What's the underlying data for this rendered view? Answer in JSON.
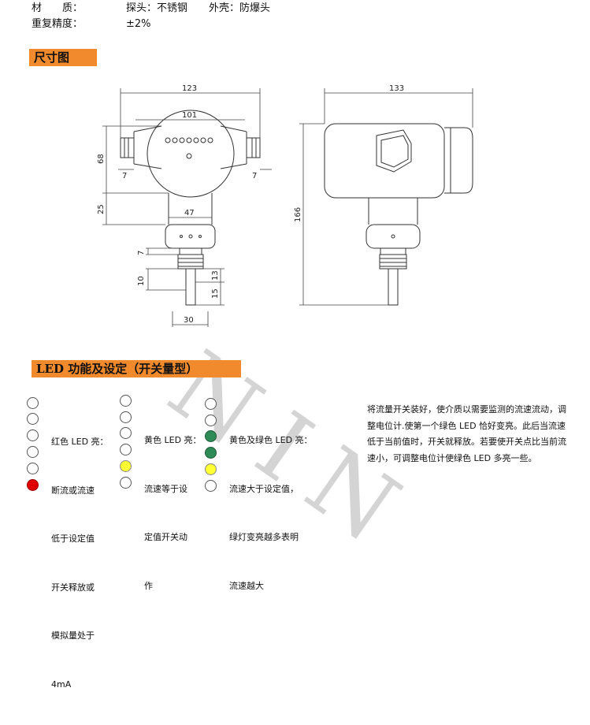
{
  "specs": {
    "material_label": "材　　质：",
    "probe": "探头：不锈钢",
    "housing": "外壳：防爆头",
    "accuracy_label": "重复精度：",
    "accuracy_value": "±2%"
  },
  "section1": {
    "title": "尺寸图"
  },
  "section2": {
    "title": "LED 功能及设定（开关量型）"
  },
  "dimensions": {
    "d123": "123",
    "d101": "101",
    "d68": "68",
    "d7a": "7",
    "d7b": "7",
    "d25": "25",
    "d47": "47",
    "d7c": "7",
    "d10": "10",
    "d13": "13",
    "d15": "15",
    "d30": "30",
    "d133": "133",
    "d166": "166"
  },
  "led_columns": {
    "col1": {
      "lines": [
        "红色 LED 亮：",
        "断流或流速",
        "低于设定值",
        "开关释放或",
        "模拟量处于",
        "4mA"
      ],
      "states": [
        "off",
        "off",
        "off",
        "off",
        "off",
        "red"
      ]
    },
    "col2": {
      "lines": [
        "黄色 LED 亮：",
        "流速等于设",
        "定值开关动",
        "作"
      ],
      "states": [
        "off",
        "off",
        "off",
        "off",
        "yellow",
        "off"
      ]
    },
    "col3": {
      "lines": [
        "黄色及绿色 LED 亮：",
        "流速大于设定值，",
        "绿灯变亮越多表明",
        "流速越大"
      ],
      "states": [
        "off",
        "off",
        "green",
        "green",
        "yellow",
        "off"
      ]
    }
  },
  "description": "将流量开关装好，使介质以需要监测的流速流动，调整电位计.使第一个绿色 LED 恰好变亮。此后当流速低于当前值时，开关就释放。若要使开关点比当前流速小，可调整电位计使绿色 LED 多亮一些。"
}
